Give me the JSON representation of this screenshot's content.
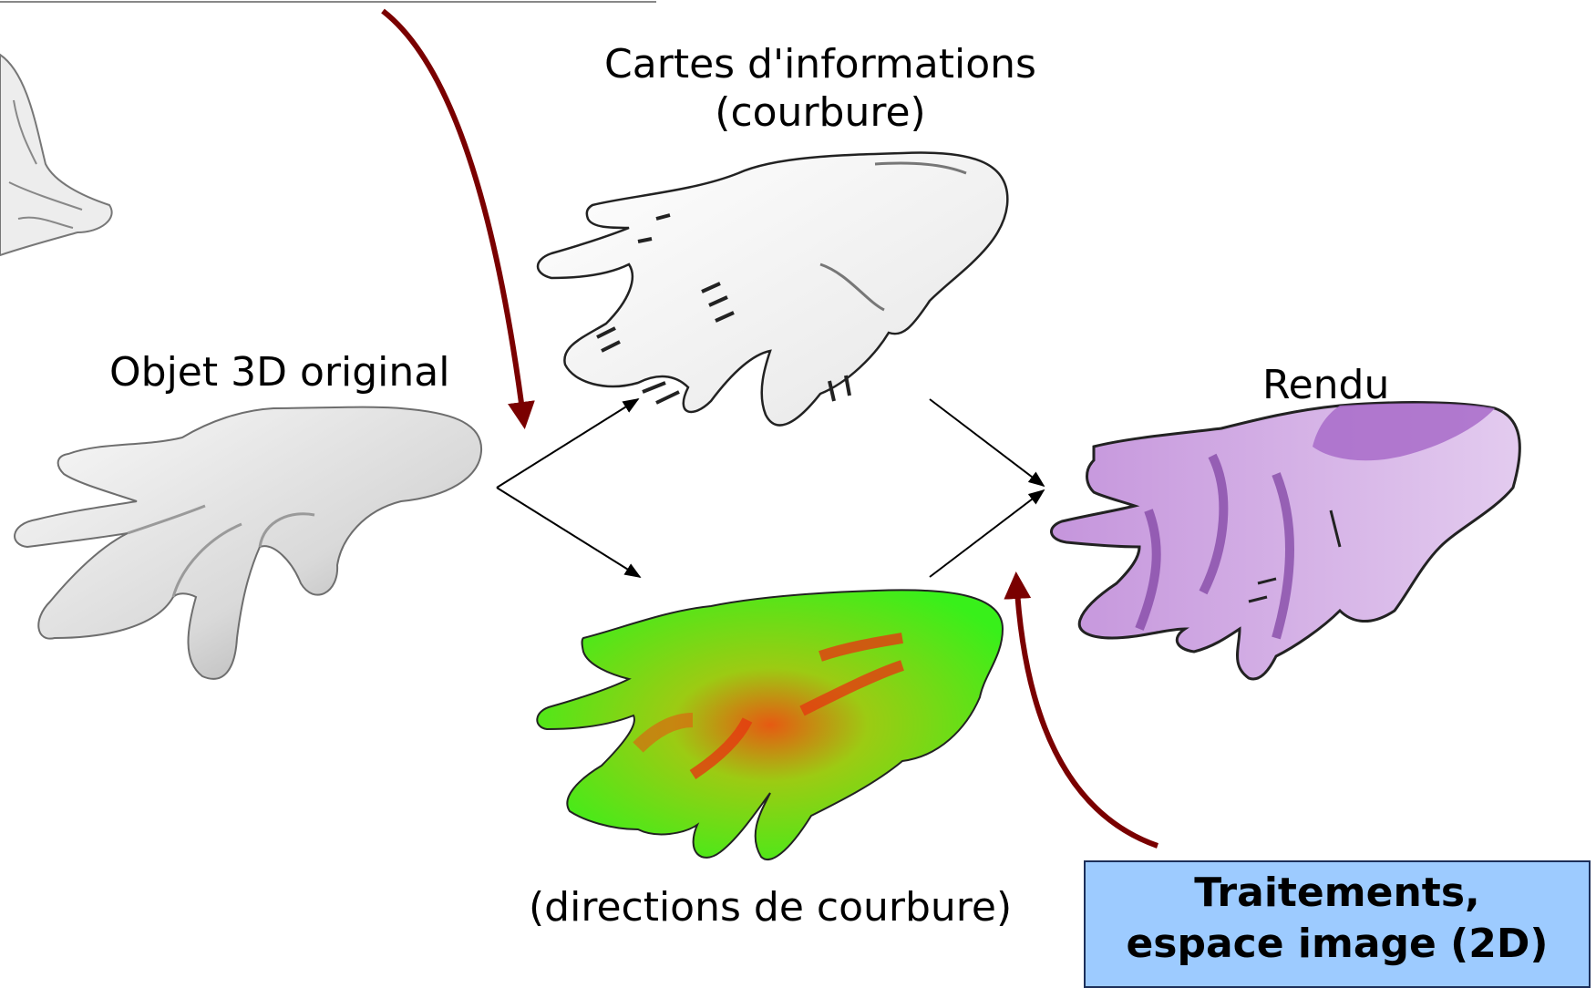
{
  "labels": {
    "cartes_line1": "Cartes d'informations",
    "cartes_line2": "(courbure)",
    "objet": "Objet 3D original",
    "rendu": "Rendu",
    "directions": "(directions de courbure)"
  },
  "process_box": {
    "line1": "Traitements,",
    "line2": "espace image (2D)"
  },
  "colors": {
    "arrow_red": "#7a0000",
    "box_fill": "#9dcbff",
    "hand_grey": "#d8d8d8",
    "hand_green": "#4fe31a",
    "hand_purple": "#d9b8e8"
  }
}
